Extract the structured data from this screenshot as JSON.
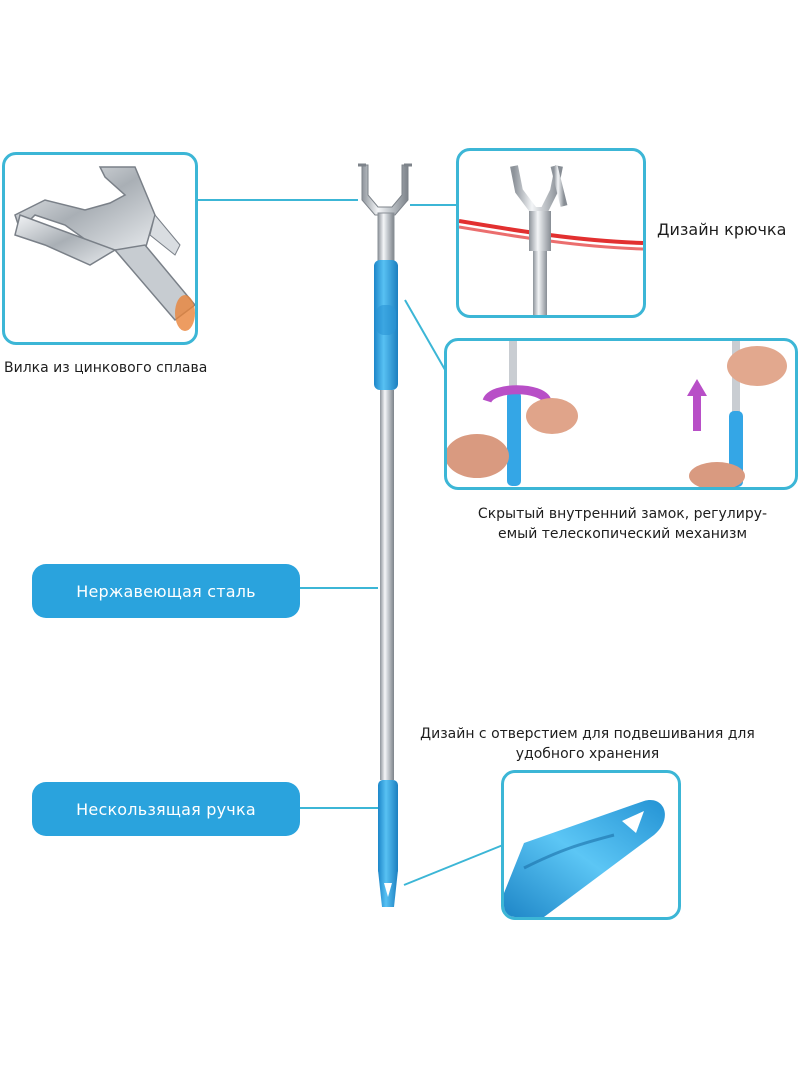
{
  "labels": {
    "fork_caption": "Вилка из цинкового сплава",
    "hook_design": "Дизайн крючка",
    "lock_line1": "Скрытый внутренний замок, регулиру-",
    "lock_line2": "емый телескопический механизм",
    "stainless": "Нержавеющая сталь",
    "nonslip": "Нескользящая ручка",
    "hang_line1": "Дизайн с отверстием для подвешивания для",
    "hang_line2": "удобного хранения"
  },
  "colors": {
    "frame": "#3cb6d6",
    "pill": "#2aa3dd",
    "handle_blue": "#34a6e6",
    "steel": "#c9cdd2",
    "rope": "#e23030"
  }
}
